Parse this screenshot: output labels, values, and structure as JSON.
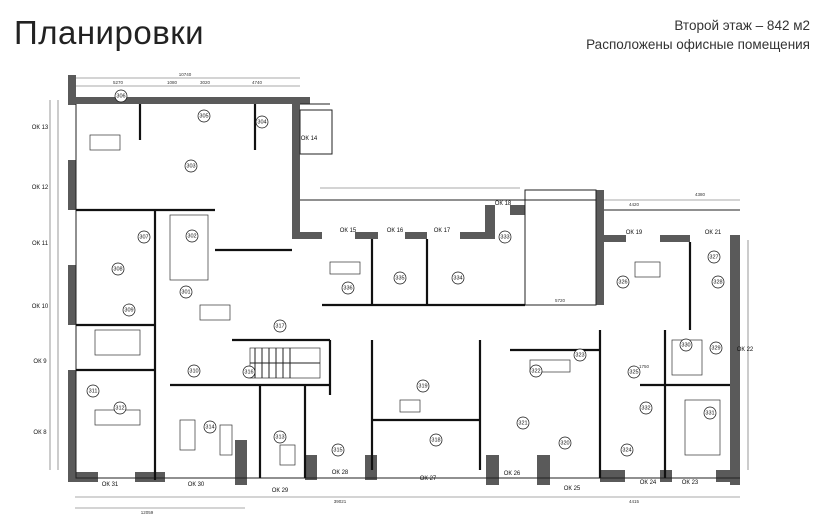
{
  "header": {
    "title": "Планировки",
    "floor_line": "Второй этаж – 842 м2",
    "description_line": "Расположены офисные помещения"
  },
  "plan": {
    "windows": [
      "ОК 13",
      "ОК 12",
      "ОК 11",
      "ОК 10",
      "ОК 9",
      "ОК 8",
      "ОК 14",
      "ОК 15",
      "ОК 16",
      "ОК 17",
      "ОК 18",
      "ОК 19",
      "ОК 21",
      "ОК 22",
      "ОК 23",
      "ОК 24",
      "ОК 25",
      "ОК 26",
      "ОК 27",
      "ОК 28",
      "ОК 29",
      "ОК 30",
      "ОК 31"
    ],
    "rooms": [
      "306",
      "305",
      "304",
      "303",
      "302",
      "307",
      "308",
      "309",
      "301",
      "317",
      "310",
      "316",
      "311",
      "312",
      "314",
      "313",
      "336",
      "335",
      "334",
      "333",
      "326",
      "327",
      "328",
      "318",
      "319",
      "315",
      "323",
      "322",
      "321",
      "325",
      "324",
      "329",
      "330",
      "332",
      "331",
      "320"
    ],
    "dimensions": [
      "10740",
      "5270",
      "1080",
      "3020",
      "4740",
      "12059",
      "39021",
      "1750",
      "4415",
      "4380",
      "4420",
      "5720"
    ]
  }
}
